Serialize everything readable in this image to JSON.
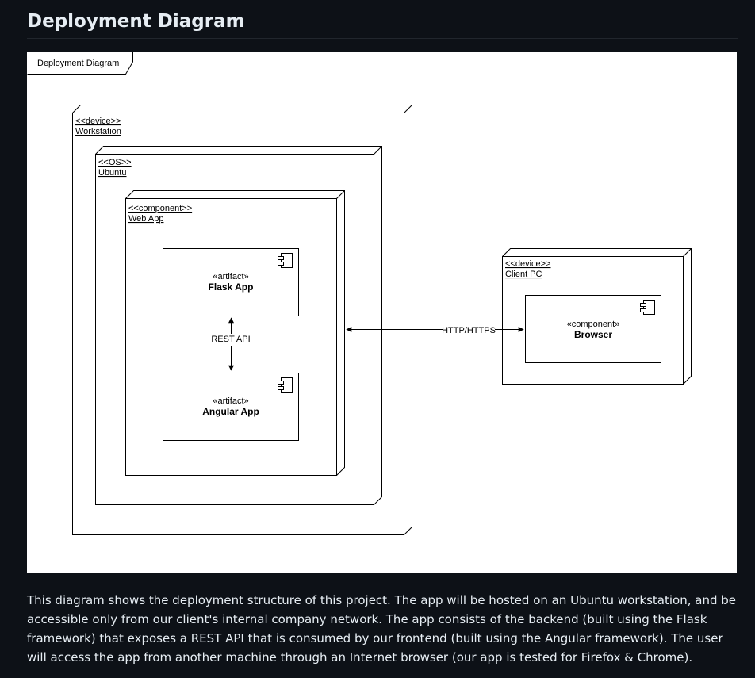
{
  "page": {
    "heading": "Deployment Diagram",
    "description": "This diagram shows the deployment structure of this project. The app will be hosted on an Ubuntu workstation, and be accessible only from our client's internal company network. The app consists of the backend (built using the Flask framework) that exposes a REST API that is consumed by our frontend (built using the Angular framework). The user will access the app from another machine through an Internet browser (our app is tested for Firefox & Chrome)."
  },
  "diagram": {
    "frame_label": "Deployment Diagram",
    "workstation": {
      "stereotype": "<<device>>",
      "name": "Workstation"
    },
    "ubuntu": {
      "stereotype": "<<OS>>",
      "name": "Ubuntu"
    },
    "web_app": {
      "stereotype": "<<component>>",
      "name": "Web App"
    },
    "flask": {
      "stereotype": "«artifact»",
      "name": "Flask App"
    },
    "angular": {
      "stereotype": "«artifact»",
      "name": "Angular App"
    },
    "rest_label": "REST API",
    "client_pc": {
      "stereotype": "<<device>>",
      "name": "Client PC"
    },
    "browser": {
      "stereotype": "«component»",
      "name": "Browser"
    },
    "http_label": "HTTP/HTTPS"
  }
}
